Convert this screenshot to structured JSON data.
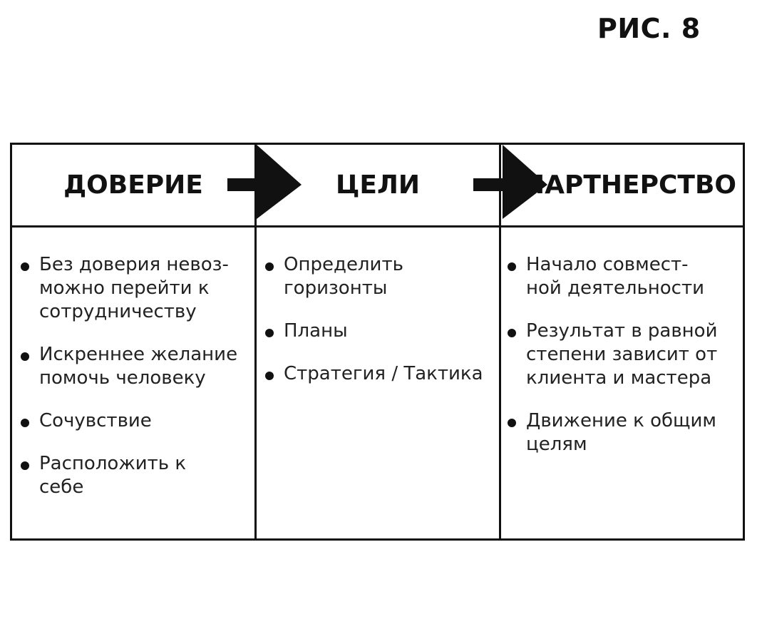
{
  "figure_label": "РИС. 8",
  "colors": {
    "ink": "#111111",
    "background": "#ffffff"
  },
  "columns": [
    {
      "header": "ДОВЕРИЕ",
      "items": [
        "Без доверия невоз-\nможно перейти к\nсотрудничеству",
        "Искреннее желание\nпомочь человеку",
        "Сочувствие",
        "Расположить к\nсебе"
      ]
    },
    {
      "header": "ЦЕЛИ",
      "items": [
        "Определить\nгоризонты",
        "Планы",
        "Стратегия / Тактика"
      ]
    },
    {
      "header": "ПАРТНЕРСТВО",
      "items": [
        "Начало совмест-\nной деятельности",
        "Результат в равной\nстепени зависит от\nклиента и мастера",
        "Движение к общим\nцелям"
      ]
    }
  ],
  "arrows": [
    {
      "from": "ДОВЕРИЕ",
      "to": "ЦЕЛИ",
      "icon": "right-arrow-icon"
    },
    {
      "from": "ЦЕЛИ",
      "to": "ПАРТНЕРСТВО",
      "icon": "right-arrow-icon"
    }
  ]
}
